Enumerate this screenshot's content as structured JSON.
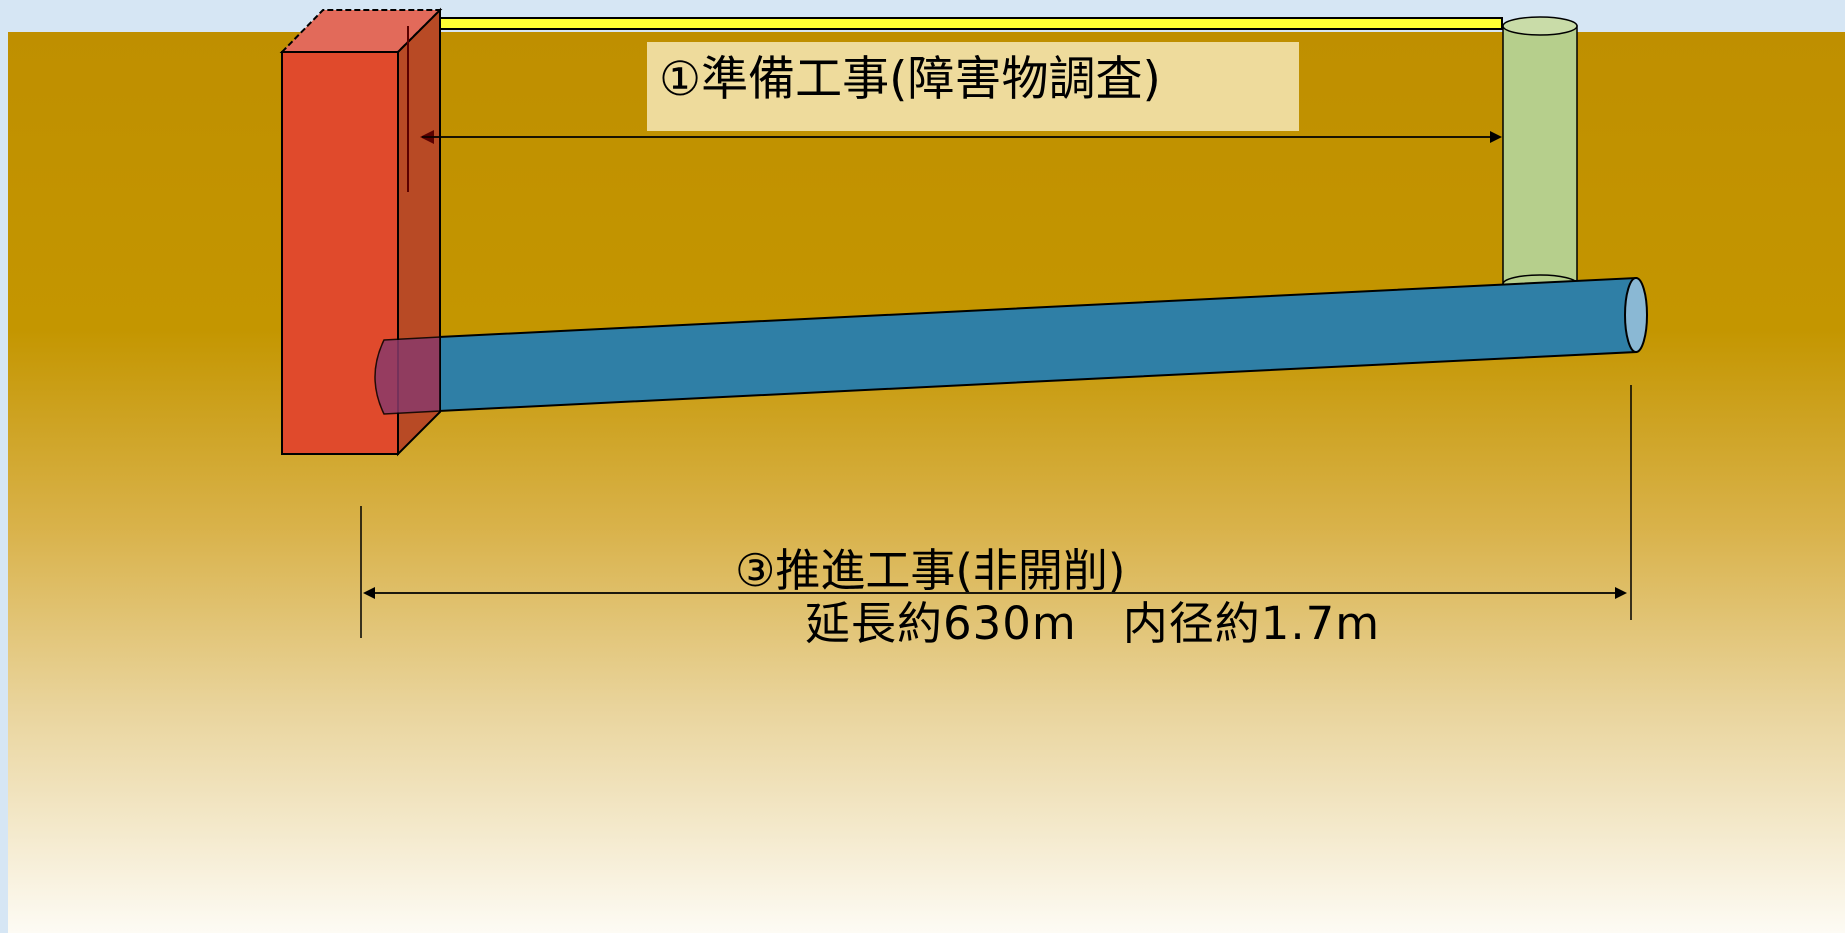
{
  "diagram": {
    "label_preparation": "①準備工事(障害物調査)",
    "label_jacking": "③推進工事(非開削)",
    "label_dimensions": "延長約630m　内径約1.7m"
  },
  "colors": {
    "soil_top": "#bf8f00",
    "soil_bottom": "#fcf9f0",
    "sky": "#d6e6f4",
    "shaft_red": "#e04a2c",
    "pipe_blue": "#2f7fa6",
    "cylinder_green": "#b6cf8c",
    "surface_line": "#ffff33"
  }
}
